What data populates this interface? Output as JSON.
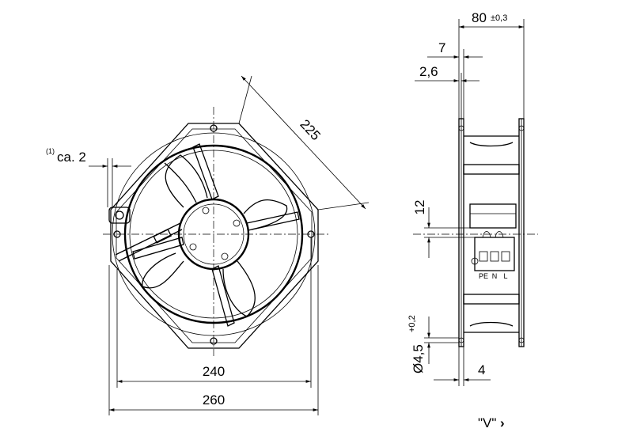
{
  "front_view": {
    "dim_width_inner": "240",
    "dim_width_outer": "260",
    "dim_diagonal": "225",
    "dim_note_prefix": "(1)",
    "dim_note": "ca. 2"
  },
  "side_view": {
    "dim_depth": "80",
    "dim_depth_tol": "±0,3",
    "dim_7": "7",
    "dim_2_6": "2,6",
    "dim_12": "12",
    "dim_hole": "Ø4,5",
    "dim_hole_tol": "+0,2",
    "dim_4": "4",
    "terminal_labels": [
      "PE",
      "N",
      "L"
    ],
    "view_label": "\"V\"",
    "view_arrow": "›"
  }
}
